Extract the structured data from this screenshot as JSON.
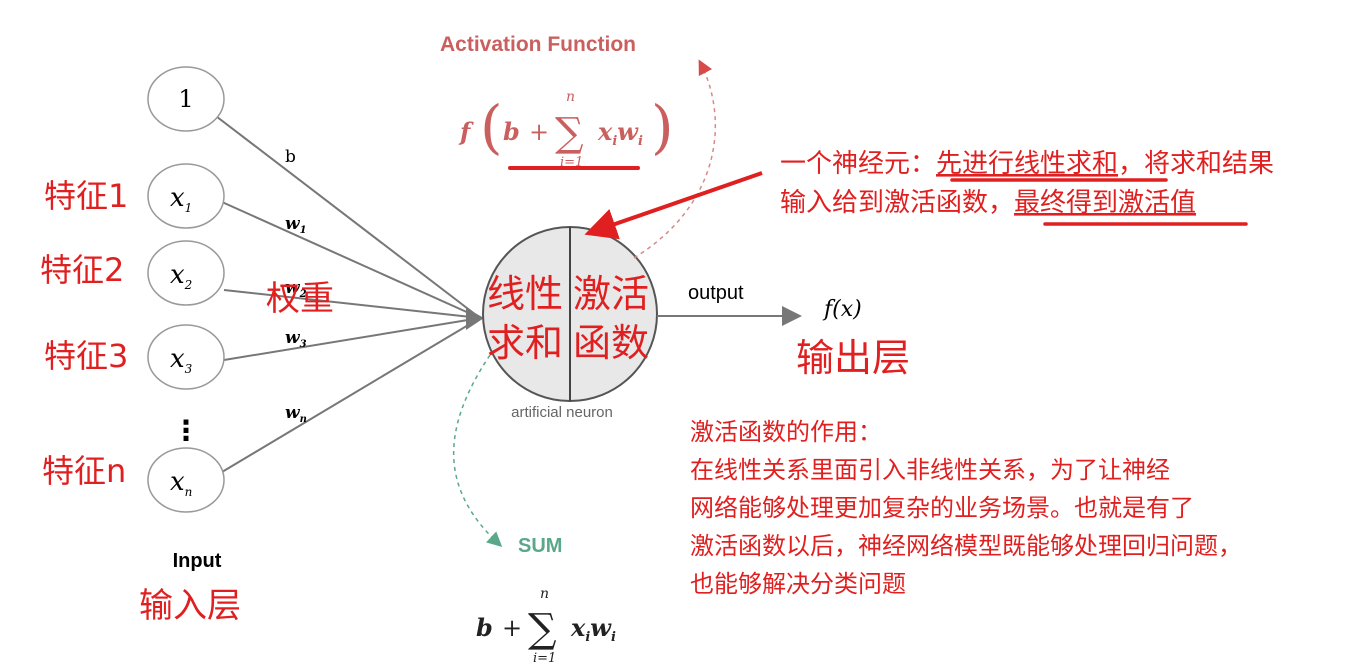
{
  "inputs": {
    "bias_node": "1",
    "nodes": [
      {
        "var": "x",
        "sub": "1",
        "feature": "特征1",
        "weight": "w",
        "weight_sub": "1"
      },
      {
        "var": "x",
        "sub": "2",
        "feature": "特征2",
        "weight": "w",
        "weight_sub": "2"
      },
      {
        "var": "x",
        "sub": "3",
        "feature": "特征3",
        "weight": "w",
        "weight_sub": "3"
      },
      {
        "var": "x",
        "sub": "n",
        "feature": "特征n",
        "weight": "w",
        "weight_sub": "n"
      }
    ],
    "bias_weight": "b",
    "ellipsis": "⋮",
    "input_label": "Input",
    "input_layer_cn": "输入层",
    "weight_cn": "权重"
  },
  "neuron": {
    "left_cn_line1": "线性",
    "left_cn_line2": "求和",
    "right_cn_line1": "激活",
    "right_cn_line2": "函数",
    "caption": "artificial neuron"
  },
  "output": {
    "label": "output",
    "fx_f": "f",
    "fx_arg": "(x)",
    "layer_cn": "输出层"
  },
  "activation": {
    "title": "Activation Function",
    "color": "#c9605f",
    "formula_f": "f",
    "formula_b": "b",
    "formula_plus": "+",
    "formula_sigma": "∑",
    "formula_upper": "n",
    "formula_lower": "i=1",
    "formula_term_x": "x",
    "formula_term_xi": "i",
    "formula_term_w": "w",
    "formula_term_wi": "i"
  },
  "sum": {
    "title": "SUM",
    "color": "#5aa88a",
    "formula_b": "b",
    "formula_plus": "+",
    "formula_sigma": "∑",
    "formula_upper": "n",
    "formula_lower": "i=1",
    "formula_term_x": "x",
    "formula_term_xi": "i",
    "formula_term_w": "w",
    "formula_term_wi": "i"
  },
  "annotation": {
    "line1_a": "一个神经元：",
    "line1_b": "先进行线性求和",
    "line1_c": "，将求和结果",
    "line2_a": "输入给到激活函数，",
    "line2_b": "最终得到激活值",
    "color": "#e02020"
  },
  "explanation": {
    "lines": [
      "激活函数的作用：",
      "在线性关系里面引入非线性关系，为了让神经",
      "网络能够处理更加复杂的业务场景。也就是有了",
      "激活函数以后，神经网络模型既能够处理回归问题，",
      "也能够解决分类问题"
    ]
  }
}
